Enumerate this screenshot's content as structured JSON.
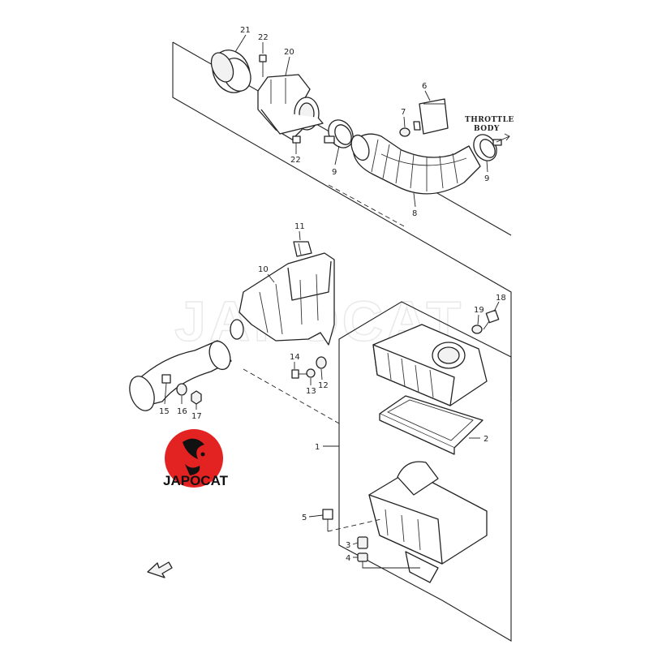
{
  "watermark": "JAPOCAT",
  "logo": {
    "text": "JAPOCAT",
    "color": "#e32222"
  },
  "annotation": {
    "line1": "THROTTLE",
    "line2": "BODY"
  },
  "callouts": {
    "c21": "21",
    "c22a": "22",
    "c20": "20",
    "c6": "6",
    "c7": "7",
    "c22b": "22",
    "c9a": "9",
    "c9b": "9",
    "c8": "8",
    "c11": "11",
    "c10": "10",
    "c18": "18",
    "c19": "19",
    "c14": "14",
    "c12": "12",
    "c13": "13",
    "c15": "15",
    "c16": "16",
    "c17": "17",
    "c1": "1",
    "c2": "2",
    "c5": "5",
    "c3": "3",
    "c4": "4"
  }
}
